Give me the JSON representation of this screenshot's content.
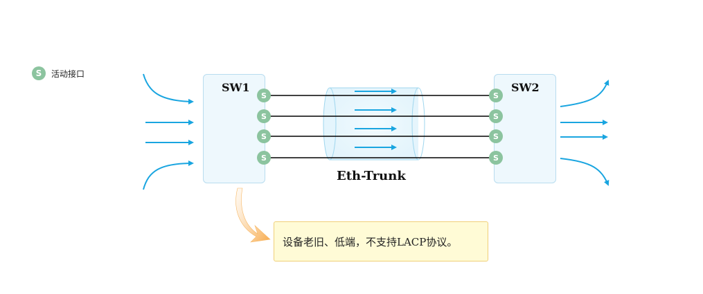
{
  "legend": {
    "badge": "S",
    "label": "活动接口"
  },
  "switches": {
    "left": "SW1",
    "right": "SW2"
  },
  "port_badge": "S",
  "trunk": {
    "label": "Eth-Trunk"
  },
  "note": {
    "text": "设备老旧、低端，不支持LACP协议。"
  },
  "colors": {
    "traffic_arrow": "#19a5e0",
    "port": "#8cc49f",
    "link": "#000000",
    "switch_fill": "#eef8fd",
    "note_fill": "#fffbd6",
    "callout": "#f7a94a"
  }
}
